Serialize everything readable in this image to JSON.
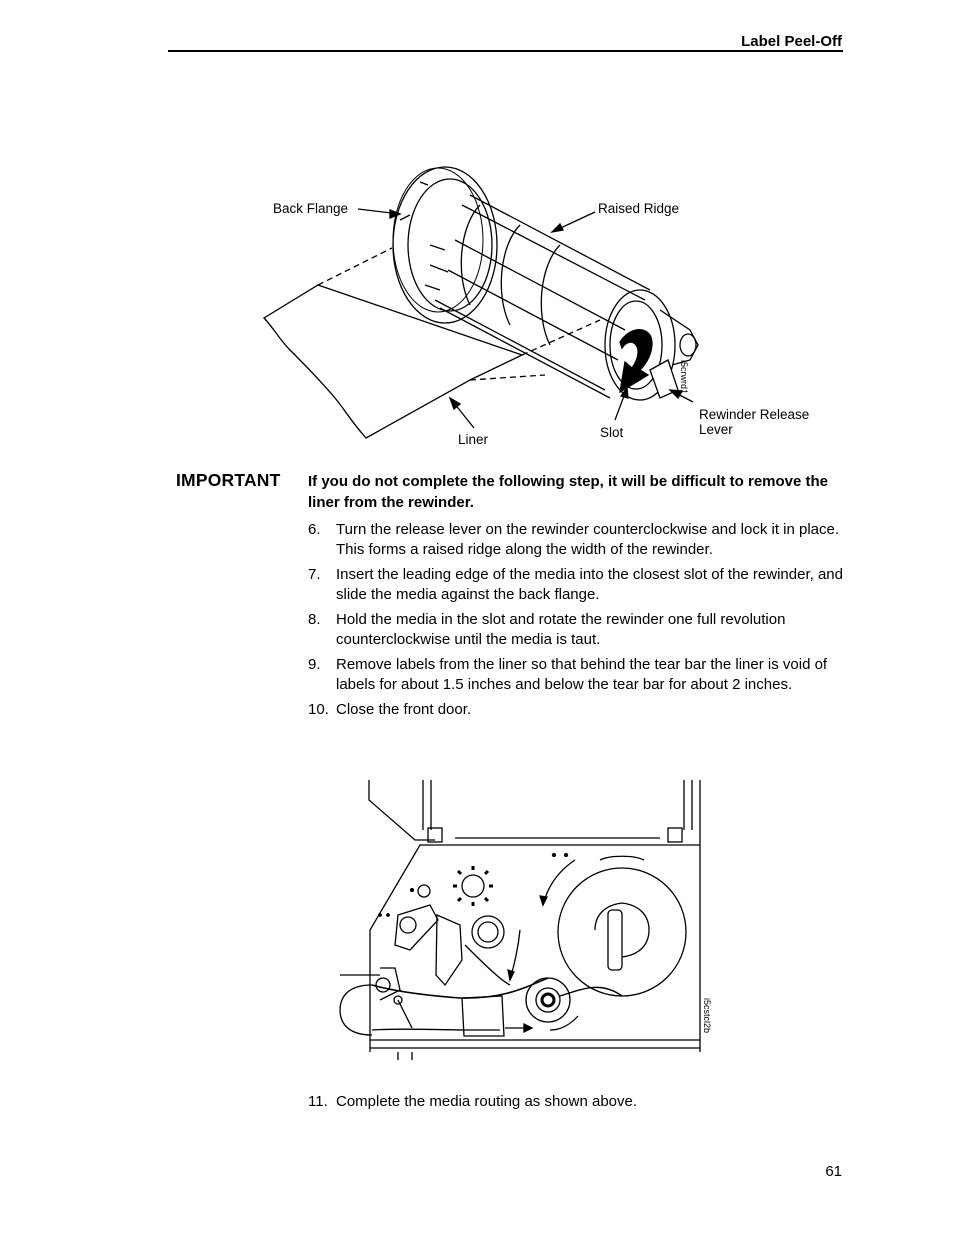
{
  "header": {
    "title": "Label Peel-Off"
  },
  "figure1": {
    "labels": {
      "back_flange": "Back Flange",
      "raised_ridge": "Raised Ridge",
      "rewinder_release_lever": "Rewinder Release\nLever",
      "slot": "Slot",
      "liner": "Liner"
    },
    "code": "i5crwrd1"
  },
  "important": {
    "label": "IMPORTANT",
    "text": "If you do not complete the following step, it will be difficult to remove the liner from the rewinder."
  },
  "steps": [
    {
      "num": "6.",
      "text": "Turn the release lever on the rewinder counterclockwise and lock it in place. This forms a raised ridge along the width of the rewinder."
    },
    {
      "num": "7.",
      "text": "Insert the leading edge of the media into the closest slot of the rewinder, and slide the media against the back flange."
    },
    {
      "num": "8.",
      "text": "Hold the media in the slot and rotate the rewinder one full revolution counterclockwise until the media is taut."
    },
    {
      "num": "9.",
      "text": "Remove labels from the liner so that behind the tear bar the liner is void of labels for about 1.5 inches and below the tear bar for about 2 inches."
    },
    {
      "num": "10.",
      "text": "Close the front door."
    }
  ],
  "figure2": {
    "code": "i5cstcl2b"
  },
  "step11": {
    "num": "11.",
    "text": "Complete the media routing as shown above."
  },
  "page_number": "61"
}
